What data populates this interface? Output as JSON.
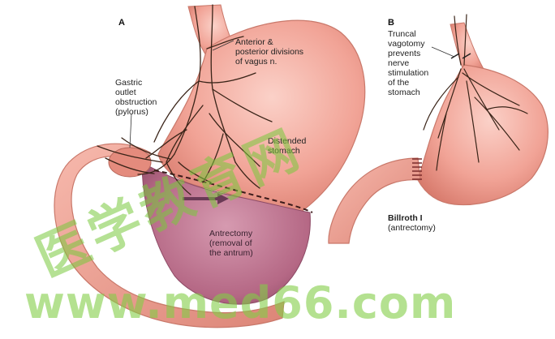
{
  "panels": {
    "a": {
      "letter": "A"
    },
    "b": {
      "letter": "B"
    }
  },
  "labels": {
    "vagus": "Anterior &\nposterior divisions\nof vagus n.",
    "gastric_outlet": "Gastric\noutlet\nobstruction\n(pylorus)",
    "distended": "Distended\nstomach",
    "antrectomy": "Antrectomy\n(removal of\nthe antrum)",
    "truncal": "Truncal\nvagotomy\nprevents\nnerve\nstimulation\nof the\nstomach",
    "billroth_title": "Billroth I",
    "billroth_sub": "(antrectomy)"
  },
  "watermark": {
    "chinese": "医学教育网",
    "url": "www.med66.com"
  },
  "colors": {
    "stomach": "#f2a59a",
    "stomach_dark": "#d9786c",
    "antrum": "#b86a86",
    "nerve": "#3a2418",
    "watermark": "#7cc83c"
  }
}
